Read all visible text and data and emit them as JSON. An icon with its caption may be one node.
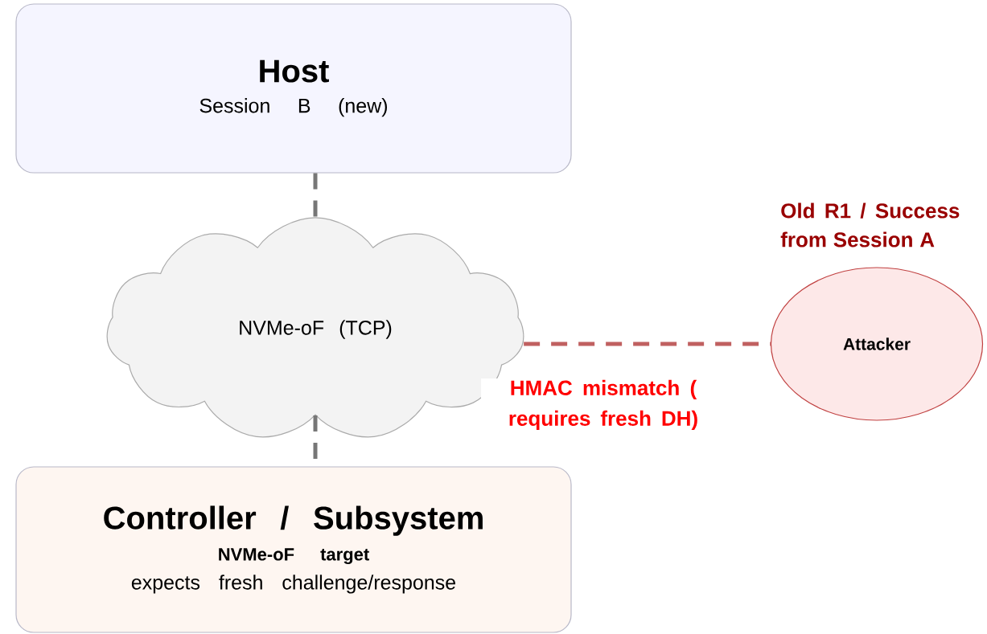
{
  "diagram": {
    "nodes": [
      {
        "text": [
          "Host",
          "Session B (new)"
        ]
      },
      {
        "text": [
          "NVMe-oF (TCP)"
        ]
      },
      {
        "text": [
          "Controller / Subsystem",
          "NVMe-oF target",
          "expects fresh challenge/response"
        ]
      },
      {
        "text": [
          "Attacker"
        ],
        "beside": [
          "Old R1 / Success from Session A"
        ]
      }
    ],
    "edges": [
      {
        "from": 0,
        "to": 1,
        "arrow": "none",
        "style": "dashed"
      },
      {
        "from": 1,
        "to": 2,
        "arrow": "none",
        "style": "dashed"
      },
      {
        "from": 1,
        "to": 3,
        "arrow": "none",
        "style": "dashed",
        "color": "#c06060",
        "label": "HMAC mismatch ( requires fresh DH)"
      }
    ]
  }
}
